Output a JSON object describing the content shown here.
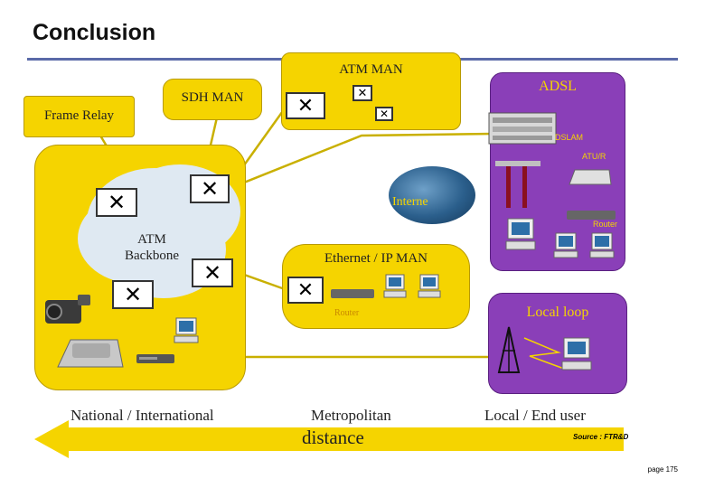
{
  "title": "Conclusion",
  "boxes": {
    "frame_relay": "Frame Relay",
    "sdh_man": "SDH MAN",
    "atm_man": "ATM MAN",
    "adsl": "ADSL",
    "atm_backbone": "ATM\nBackbone",
    "ethernet_ip_man": "Ethernet / IP MAN",
    "local_loop": "Local loop"
  },
  "devices": {
    "dslam": "DSLAM",
    "atu_r": "ATU/R",
    "router_adsl": "Router",
    "router_eth": "Router",
    "internet": "Interne"
  },
  "distance": {
    "national": "National / International",
    "metropolitan": "Metropolitan",
    "local": "Local / End user",
    "label": "distance"
  },
  "source": "Source : FTR&D",
  "page": "page 175",
  "colors": {
    "yellow": "#f5d400",
    "purple": "#8a3fb8",
    "accent_rule": "#5a6aa8",
    "link": "#c9b000"
  },
  "icons": [
    "switch-icon",
    "camera-icon",
    "phone-icon",
    "computer-icon",
    "router-icon",
    "antenna-icon",
    "cloud-icon"
  ]
}
